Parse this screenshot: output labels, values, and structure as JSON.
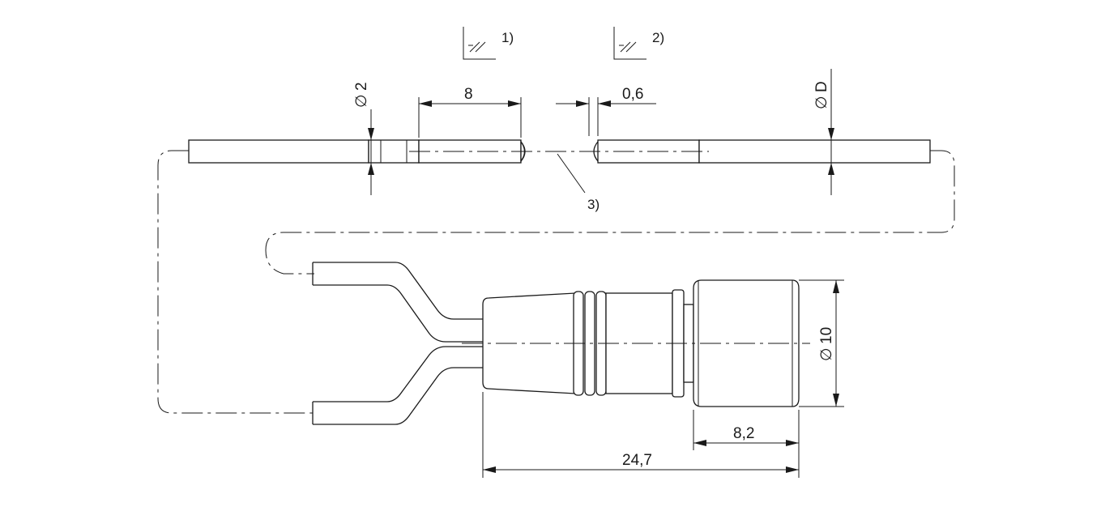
{
  "dimensions": {
    "dia_probe": "2",
    "len_tip": "8",
    "gap": "0,6",
    "dia_d": "D",
    "dia_connector": "10",
    "len_nut": "8,2",
    "len_total": "24,7"
  },
  "diameter_symbol": "∅",
  "notes": {
    "note1": "1)",
    "note2": "2)",
    "note3": "3)"
  }
}
